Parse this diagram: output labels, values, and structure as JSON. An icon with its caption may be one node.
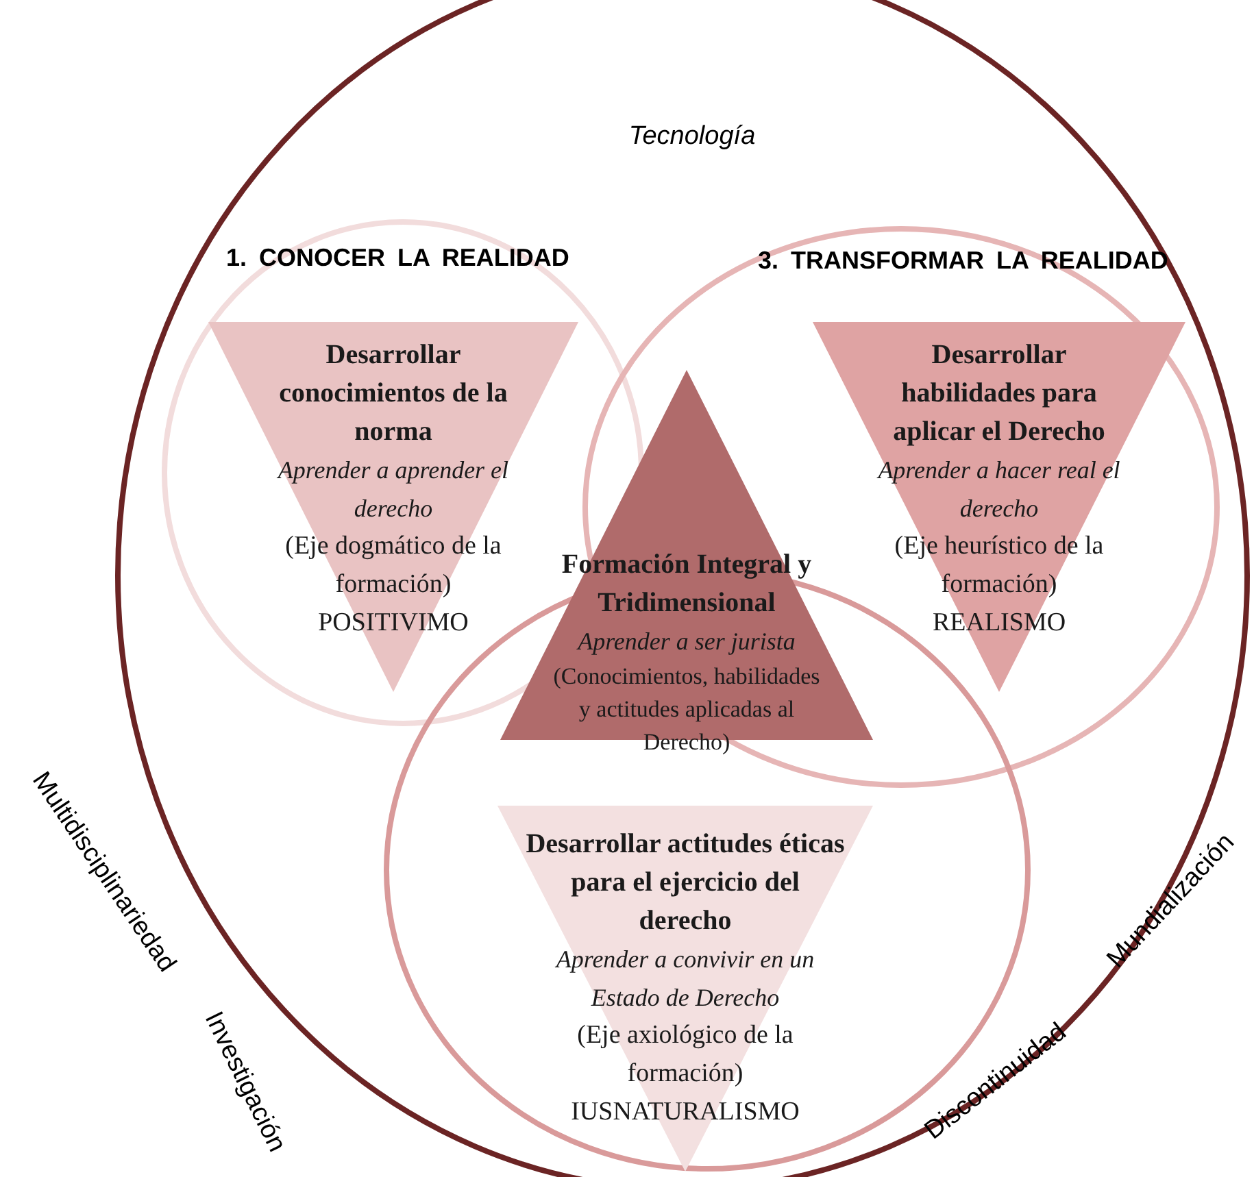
{
  "diagram": {
    "nodes": [
      {
        "text": [],
        "shape": "circle"
      },
      {
        "text": [
          "1. CONOCER LA REALIDAD"
        ],
        "in": 0
      },
      {
        "text": [
          "3. TRANSFORMAR LA REALIDAD"
        ],
        "in": 0
      },
      {
        "text": [],
        "shape": "circle",
        "in": 0
      },
      {
        "text": [
          "Desarrollar conocimientos de la norma",
          "Aprender a aprender el derecho",
          "(Eje dogmático de la formación)",
          "POSITIVIMO"
        ],
        "in": 1
      },
      {
        "text": [
          "Desarrollar habilidades para aplicar el Derecho",
          "Aprender a hacer real el derecho",
          "(Eje heurístico de la formación)",
          "REALISMO"
        ],
        "in": 2
      },
      {
        "text": [
          "Formación Integral y Tridimensional",
          "Aprender a ser jurista",
          "(Conocimientos, habilidades y actitudes aplicadas al Derecho)"
        ],
        "in": 0
      },
      {
        "text": [
          "Desarrollar actitudes éticas para el ejercicio del derecho",
          "Aprender a convivir en un Estado de Derecho",
          "(Eje axiológico de la formación)",
          "IUSNATURALISMO"
        ],
        "in": 3
      }
    ],
    "labels": [
      "Tecnología",
      "Multidisciplinariedad",
      "Mundialización",
      "Investigación",
      "Discontinuidad"
    ]
  }
}
